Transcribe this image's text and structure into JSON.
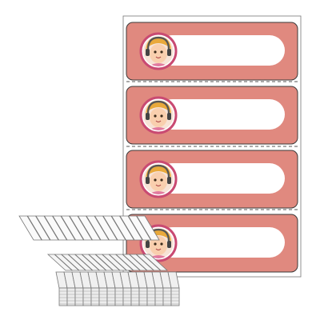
{
  "product": {
    "label_colour": "#e0897f",
    "label_border": "#3a3a3a",
    "tag_shape": "rounded-rectangle",
    "character": "girl-with-headphones",
    "labels_per_sheet": 4,
    "stack_style": "fanned-strip-of-labels"
  }
}
